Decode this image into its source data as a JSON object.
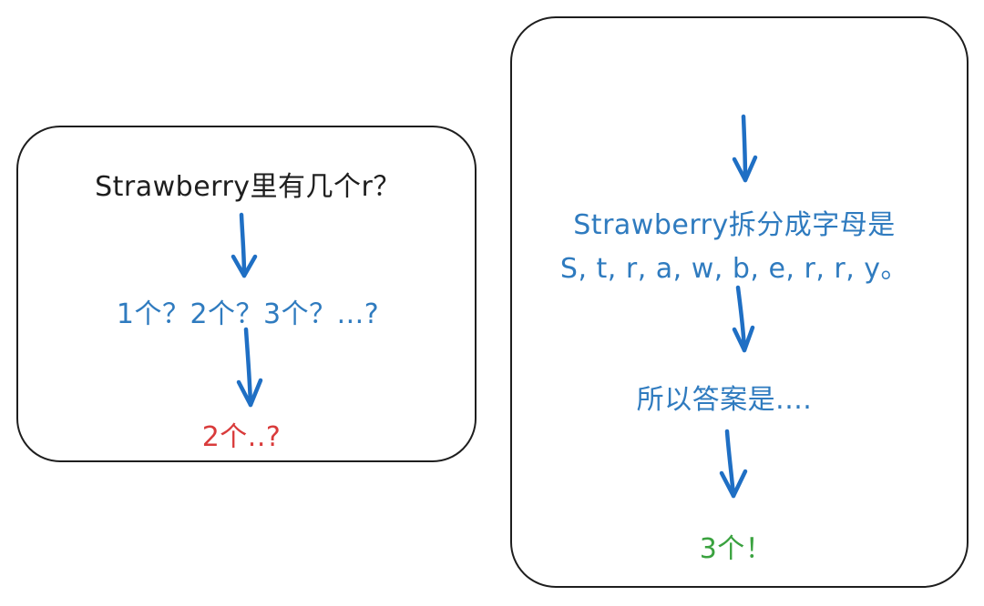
{
  "left_panel": {
    "question": "Strawberry里有几个r？",
    "guesses": "1个？2个？3个？...?",
    "answer": "2个..?"
  },
  "right_panel": {
    "split_line1": "Strawberry拆分成字母是",
    "split_line2": "S, t, r, a, w, b, e, r, r, y。",
    "so_answer": "所以答案是....",
    "final_answer": "3个！"
  },
  "colors": {
    "text_dark": "#1e1e1e",
    "text_blue": "#2f7bbf",
    "text_red": "#d93b3b",
    "text_green": "#3aa23f",
    "arrow_blue": "#1f6fc4"
  }
}
